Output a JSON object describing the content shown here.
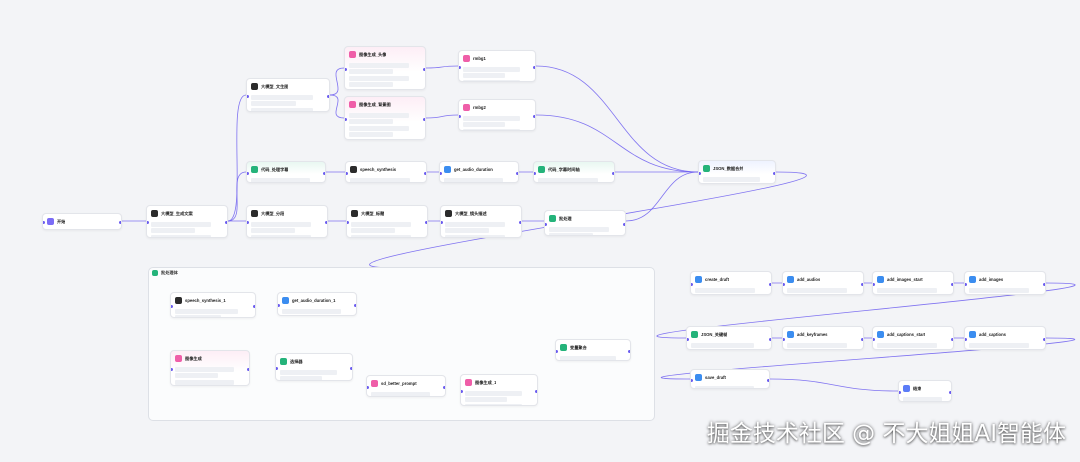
{
  "canvas": {
    "edge_color": "#6b5cf0",
    "background": "#f3f4f7"
  },
  "loop": {
    "title": "批处理体"
  },
  "nodes": [
    {
      "id": "start",
      "title": "开始",
      "icon": "start-icon",
      "kind": "start"
    },
    {
      "id": "llm_copy",
      "title": "大模型_生成文案",
      "icon": "llm-icon",
      "kind": "llm"
    },
    {
      "id": "llm_split",
      "title": "大模型_分段",
      "icon": "llm-icon",
      "kind": "llm"
    },
    {
      "id": "llm_prompt",
      "title": "大模型_文生图",
      "icon": "llm-icon",
      "kind": "llm"
    },
    {
      "id": "img_a",
      "title": "图像生成_头像",
      "icon": "image-icon",
      "kind": "img"
    },
    {
      "id": "img_b",
      "title": "图像生成_背景图",
      "icon": "image-icon",
      "kind": "img"
    },
    {
      "id": "rmbg_a",
      "title": "rmbg1",
      "icon": "image-icon",
      "kind": "img"
    },
    {
      "id": "rmbg_b",
      "title": "rmbg2",
      "icon": "image-icon",
      "kind": "img"
    },
    {
      "id": "code_subtitle",
      "title": "代码_处理字幕",
      "icon": "code-icon",
      "kind": "var"
    },
    {
      "id": "speech",
      "title": "speech_synthesis",
      "icon": "llm-icon",
      "kind": "llm"
    },
    {
      "id": "duration",
      "title": "get_audio_duration",
      "icon": "plugin-icon",
      "kind": "plug"
    },
    {
      "id": "code_timeline",
      "title": "代码_字幕时间轴",
      "icon": "code-icon",
      "kind": "var"
    },
    {
      "id": "llm_title",
      "title": "大模型_标题",
      "icon": "llm-icon",
      "kind": "llm"
    },
    {
      "id": "llm_storyboard",
      "title": "大模型_镜头描述",
      "icon": "llm-icon",
      "kind": "llm"
    },
    {
      "id": "llm_scene",
      "title": "大模型_图像提示词",
      "icon": "llm-icon",
      "kind": "llm"
    },
    {
      "id": "var_agg",
      "title": "批处理",
      "icon": "variable-icon",
      "kind": "var"
    },
    {
      "id": "json_merge",
      "title": "JSON_数据合并",
      "icon": "code-icon",
      "kind": "var"
    },
    {
      "id": "create_draft",
      "title": "create_draft",
      "icon": "plugin-icon",
      "kind": "plug"
    },
    {
      "id": "add_audios",
      "title": "add_audios",
      "icon": "plugin-icon",
      "kind": "plug"
    },
    {
      "id": "add_images_start",
      "title": "add_images_start",
      "icon": "plugin-icon",
      "kind": "plug"
    },
    {
      "id": "add_images",
      "title": "add_images",
      "icon": "plugin-icon",
      "kind": "plug"
    },
    {
      "id": "json_keys",
      "title": "JSON_关键帧",
      "icon": "code-icon",
      "kind": "var"
    },
    {
      "id": "add_keyframes",
      "title": "add_keyframes",
      "icon": "plugin-icon",
      "kind": "plug"
    },
    {
      "id": "add_captions_start",
      "title": "add_captions_start",
      "icon": "plugin-icon",
      "kind": "plug"
    },
    {
      "id": "add_captions",
      "title": "add_captions",
      "icon": "plugin-icon",
      "kind": "plug"
    },
    {
      "id": "save_draft",
      "title": "save_draft",
      "icon": "plugin-icon",
      "kind": "plug"
    },
    {
      "id": "end",
      "title": "结束",
      "icon": "end-icon",
      "kind": "end"
    },
    {
      "id": "loop_speech",
      "title": "speech_synthesis_1",
      "icon": "llm-icon",
      "kind": "llm"
    },
    {
      "id": "loop_duration",
      "title": "get_audio_duration_1",
      "icon": "plugin-icon",
      "kind": "plug"
    },
    {
      "id": "loop_img",
      "title": "图像生成",
      "icon": "image-icon",
      "kind": "img"
    },
    {
      "id": "loop_select",
      "title": "选择器",
      "icon": "variable-icon",
      "kind": "var"
    },
    {
      "id": "loop_better",
      "title": "sd_better_prompt",
      "icon": "image-icon",
      "kind": "img"
    },
    {
      "id": "loop_img2",
      "title": "图像生成_1",
      "icon": "image-icon",
      "kind": "img"
    },
    {
      "id": "loop_agg",
      "title": "变量聚合",
      "icon": "variable-icon",
      "kind": "var"
    }
  ],
  "watermark": "掘金技术社区 @ 不大姐姐AI智能体"
}
